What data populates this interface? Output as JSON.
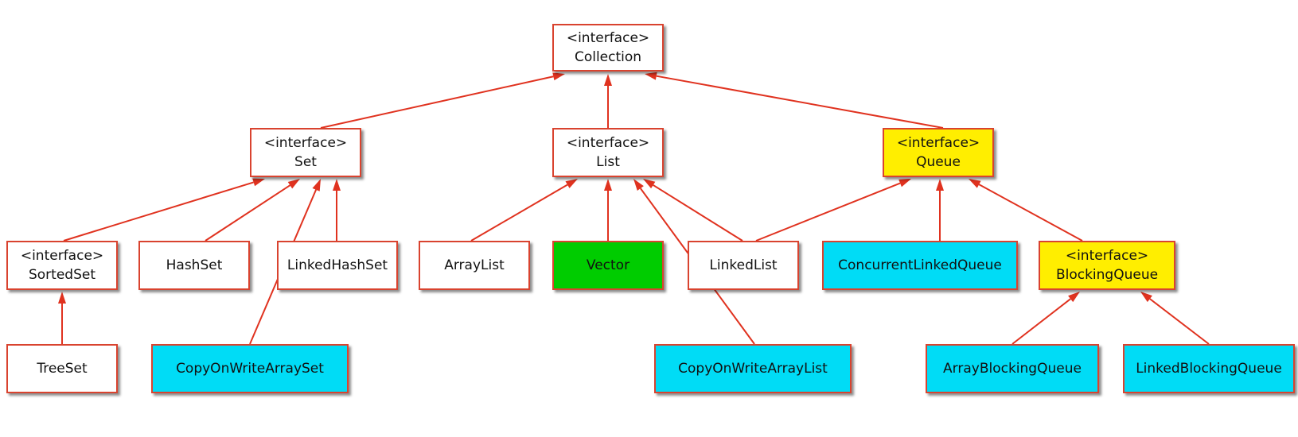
{
  "colors": {
    "edge": "#e0321f",
    "border": "#d9432f",
    "white": "#ffffff",
    "yellow": "#ffee00",
    "green": "#00cc00",
    "cyan": "#00dcf6"
  },
  "nodes": {
    "collection": {
      "stereotype": "<interface>",
      "name": "Collection",
      "color": "white"
    },
    "set": {
      "stereotype": "<interface>",
      "name": "Set",
      "color": "white"
    },
    "list": {
      "stereotype": "<interface>",
      "name": "List",
      "color": "white"
    },
    "queue": {
      "stereotype": "<interface>",
      "name": "Queue",
      "color": "yellow"
    },
    "sortedset": {
      "stereotype": "<interface>",
      "name": "SortedSet",
      "color": "white"
    },
    "hashset": {
      "name": "HashSet",
      "color": "white"
    },
    "linkedhashset": {
      "name": "LinkedHashSet",
      "color": "white"
    },
    "arraylist": {
      "name": "ArrayList",
      "color": "white"
    },
    "vector": {
      "name": "Vector",
      "color": "green"
    },
    "linkedlist": {
      "name": "LinkedList",
      "color": "white"
    },
    "concurrentlinkedqueue": {
      "name": "ConcurrentLinkedQueue",
      "color": "cyan"
    },
    "blockingqueue": {
      "stereotype": "<interface>",
      "name": "BlockingQueue",
      "color": "yellow"
    },
    "treeset": {
      "name": "TreeSet",
      "color": "white"
    },
    "copyonwritearrayset": {
      "name": "CopyOnWriteArraySet",
      "color": "cyan"
    },
    "copyonwritearraylist": {
      "name": "CopyOnWriteArrayList",
      "color": "cyan"
    },
    "arrayblockingqueue": {
      "name": "ArrayBlockingQueue",
      "color": "cyan"
    },
    "linkedblockingqueue": {
      "name": "LinkedBlockingQueue",
      "color": "cyan"
    }
  },
  "edges": [
    {
      "from": "set",
      "to": "collection"
    },
    {
      "from": "list",
      "to": "collection"
    },
    {
      "from": "queue",
      "to": "collection"
    },
    {
      "from": "sortedset",
      "to": "set"
    },
    {
      "from": "hashset",
      "to": "set"
    },
    {
      "from": "linkedhashset",
      "to": "set"
    },
    {
      "from": "copyonwritearrayset",
      "to": "set"
    },
    {
      "from": "arraylist",
      "to": "list"
    },
    {
      "from": "vector",
      "to": "list"
    },
    {
      "from": "linkedlist",
      "to": "list"
    },
    {
      "from": "copyonwritearraylist",
      "to": "list"
    },
    {
      "from": "linkedlist",
      "to": "queue"
    },
    {
      "from": "concurrentlinkedqueue",
      "to": "queue"
    },
    {
      "from": "blockingqueue",
      "to": "queue"
    },
    {
      "from": "treeset",
      "to": "sortedset"
    },
    {
      "from": "arrayblockingqueue",
      "to": "blockingqueue"
    },
    {
      "from": "linkedblockingqueue",
      "to": "blockingqueue"
    }
  ]
}
